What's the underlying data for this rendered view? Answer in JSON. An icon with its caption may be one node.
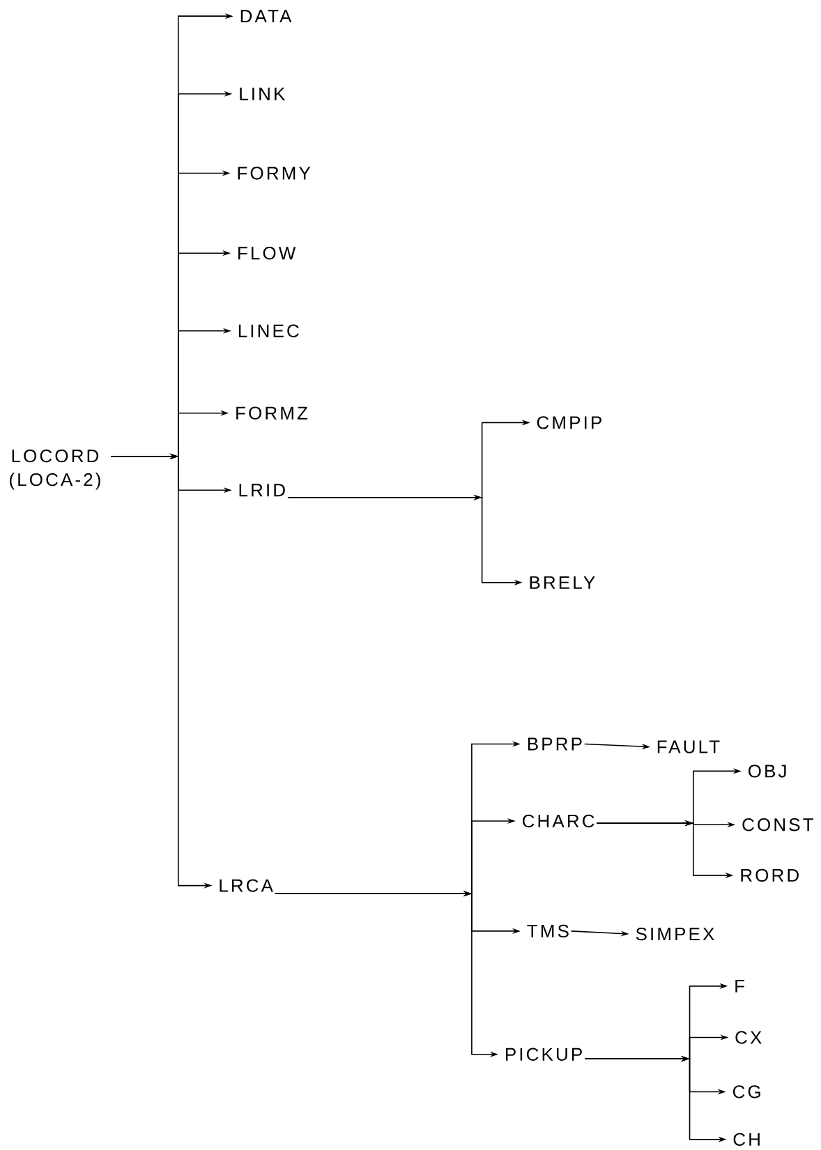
{
  "diagram": {
    "nodes": [
      {
        "text": [
          "LOCORD (LOCA-2)"
        ]
      },
      {
        "text": [
          "DATA"
        ]
      },
      {
        "text": [
          "LINK"
        ]
      },
      {
        "text": [
          "FORMY"
        ]
      },
      {
        "text": [
          "FLOW"
        ]
      },
      {
        "text": [
          "LINEC"
        ]
      },
      {
        "text": [
          "FORMZ"
        ]
      },
      {
        "text": [
          "LRID"
        ]
      },
      {
        "text": [
          "LRCA"
        ]
      },
      {
        "text": [
          "CMPIP"
        ]
      },
      {
        "text": [
          "BRELY"
        ]
      },
      {
        "text": [
          "BPRP"
        ]
      },
      {
        "text": [
          "FAULT"
        ]
      },
      {
        "text": [
          "CHARC"
        ]
      },
      {
        "text": [
          "OBJ"
        ]
      },
      {
        "text": [
          "CONST"
        ]
      },
      {
        "text": [
          "RORD"
        ]
      },
      {
        "text": [
          "TMS"
        ]
      },
      {
        "text": [
          "SIMPEX"
        ]
      },
      {
        "text": [
          "PICKUP"
        ]
      },
      {
        "text": [
          "F"
        ]
      },
      {
        "text": [
          "CX"
        ]
      },
      {
        "text": [
          "CG"
        ]
      },
      {
        "text": [
          "CH"
        ]
      }
    ],
    "edges": [
      {
        "from": 0,
        "to": 1,
        "arrow": "to"
      },
      {
        "from": 0,
        "to": 2,
        "arrow": "to"
      },
      {
        "from": 0,
        "to": 3,
        "arrow": "to"
      },
      {
        "from": 0,
        "to": 4,
        "arrow": "to"
      },
      {
        "from": 0,
        "to": 5,
        "arrow": "to"
      },
      {
        "from": 0,
        "to": 6,
        "arrow": "to"
      },
      {
        "from": 0,
        "to": 7,
        "arrow": "to"
      },
      {
        "from": 0,
        "to": 8,
        "arrow": "to"
      },
      {
        "from": 7,
        "to": 9,
        "arrow": "to"
      },
      {
        "from": 7,
        "to": 10,
        "arrow": "to"
      },
      {
        "from": 8,
        "to": 11,
        "arrow": "to"
      },
      {
        "from": 8,
        "to": 13,
        "arrow": "to"
      },
      {
        "from": 8,
        "to": 17,
        "arrow": "to"
      },
      {
        "from": 8,
        "to": 19,
        "arrow": "to"
      },
      {
        "from": 11,
        "to": 12,
        "arrow": "to"
      },
      {
        "from": 13,
        "to": 14,
        "arrow": "to"
      },
      {
        "from": 13,
        "to": 15,
        "arrow": "to"
      },
      {
        "from": 13,
        "to": 16,
        "arrow": "to"
      },
      {
        "from": 17,
        "to": 18,
        "arrow": "to"
      },
      {
        "from": 19,
        "to": 20,
        "arrow": "to"
      },
      {
        "from": 19,
        "to": 21,
        "arrow": "to"
      },
      {
        "from": 19,
        "to": 22,
        "arrow": "to"
      },
      {
        "from": 19,
        "to": 23,
        "arrow": "to"
      }
    ]
  }
}
